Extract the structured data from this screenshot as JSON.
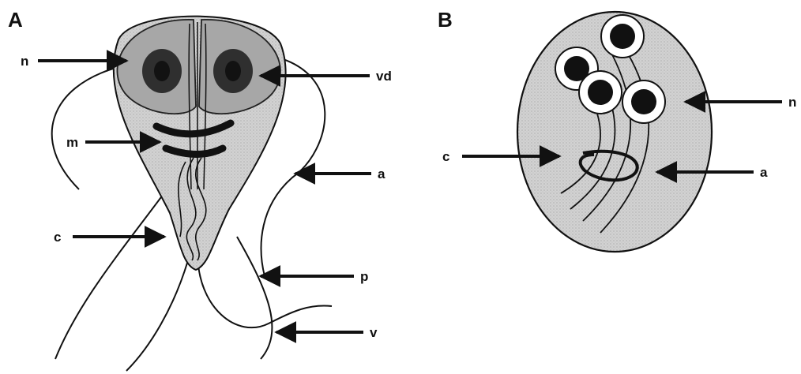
{
  "figure": {
    "panel_a": {
      "letter": "A",
      "labels": {
        "n": "n",
        "vd": "vd",
        "m": "m",
        "a": "a",
        "c": "c",
        "p": "p",
        "v": "v"
      }
    },
    "panel_b": {
      "letter": "B",
      "labels": {
        "n": "n",
        "c": "c",
        "a": "a"
      }
    },
    "colors": {
      "body_fill": "#d4d4d4",
      "disc_fill": "#a7a7a7",
      "nucleus_outer": "#2f2f2f",
      "nucleus_inner": "#121212",
      "line": "#111111"
    }
  }
}
